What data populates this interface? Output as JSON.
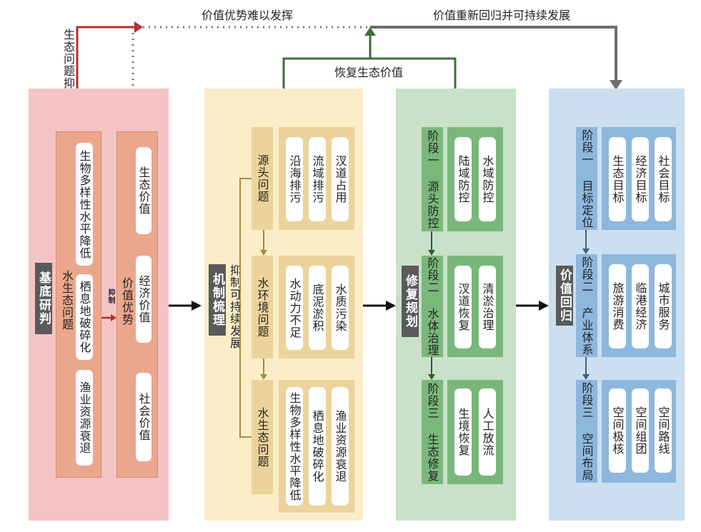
{
  "top": {
    "left_flow_label": "价值优势难以发挥",
    "right_flow_label": "价值重新回归并可持续发展",
    "restore_label": "恢复生态价值",
    "suppress_label": "生态问题抑制发展"
  },
  "p1": {
    "label": "基底研判",
    "problem_group_label": "水生态问题",
    "problems": [
      "生物多样性水平降低",
      "栖息地破碎化",
      "渔业资源衰退"
    ],
    "arrow_label": "抑制",
    "value_group_label": "价值优势",
    "values": [
      "生态价值",
      "经济价值",
      "社会价值"
    ]
  },
  "p2": {
    "label": "机制梳理",
    "sub_label": "抑制可持续发展",
    "rows": [
      {
        "title": "源头问题",
        "items": [
          "沿海排污",
          "流域排污",
          "汊道占用"
        ]
      },
      {
        "title": "水环境问题",
        "items": [
          "水动力不足",
          "底泥淤积",
          "水质污染"
        ]
      },
      {
        "title": "水生态问题",
        "items": [
          "生物多样性水平降低",
          "栖息地破碎化",
          "渔业资源衰退"
        ]
      }
    ]
  },
  "p3": {
    "label": "修复规划",
    "stages": [
      {
        "title": "阶段一 源头防控",
        "items": [
          "陆域防控",
          "水域防控"
        ]
      },
      {
        "title": "阶段二 水体治理",
        "items": [
          "汊道恢复",
          "清淤治理"
        ]
      },
      {
        "title": "阶段三 生态修复",
        "items": [
          "生境恢复",
          "人工放流"
        ]
      }
    ]
  },
  "p4": {
    "label": "价值回归",
    "stages": [
      {
        "title": "阶段一 目标定位",
        "items": [
          "生态目标",
          "经济目标",
          "社会目标"
        ]
      },
      {
        "title": "阶段二 产业体系",
        "items": [
          "旅游消费",
          "临港经济",
          "城市服务"
        ]
      },
      {
        "title": "阶段三 空间布局",
        "items": [
          "空间极核",
          "空间组团",
          "空间路线"
        ]
      }
    ]
  },
  "colors": {
    "p1_bg": "#f4c4c4",
    "p1_inner": "#eba78d",
    "p2_bg": "#fbedc7",
    "p2_inner": "#ecd39b",
    "p3_bg": "#c9e1c9",
    "p3_inner": "#7ab77b",
    "p4_bg": "#cbdff0",
    "p4_inner": "#8db7dd",
    "red_arrow": "#b52d2d",
    "green_arrow": "#3e6e3e",
    "gray_arrow": "#6e6e6e"
  }
}
